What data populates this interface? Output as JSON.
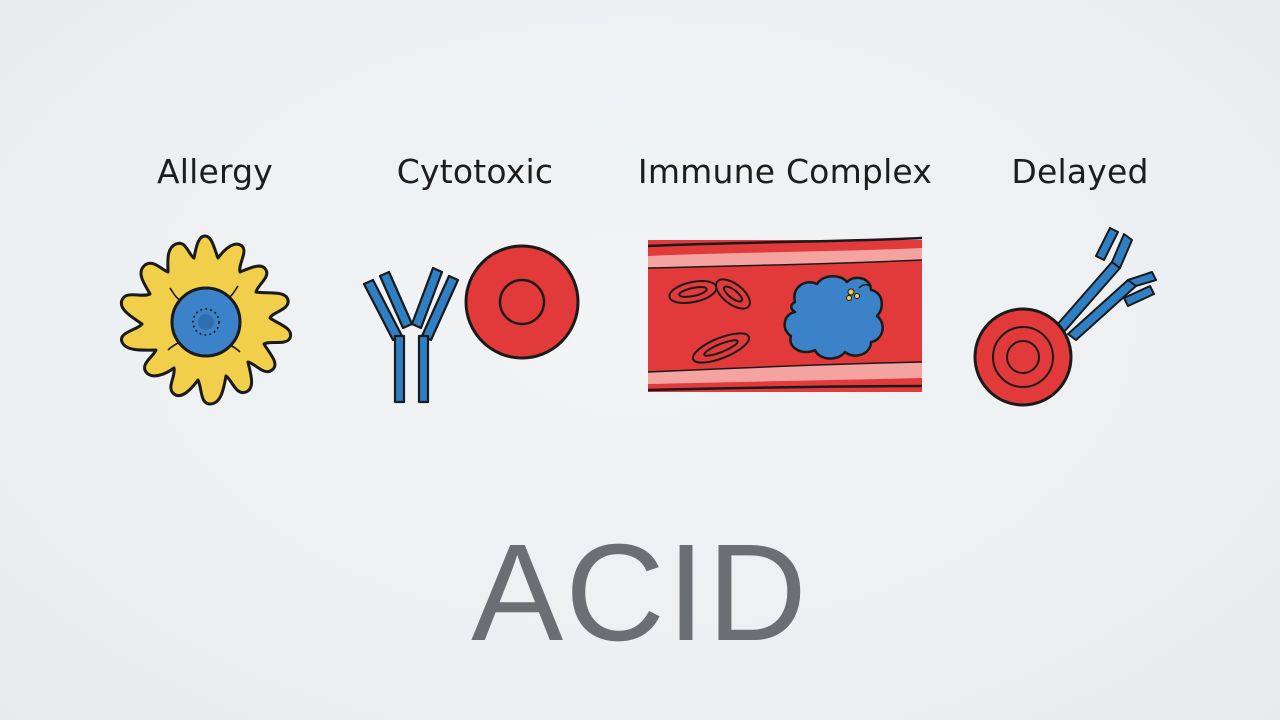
{
  "categories": [
    {
      "label": "Allergy",
      "icon": "mast-cell-icon"
    },
    {
      "label": "Cytotoxic",
      "icon": "antibody-red-cell-icon"
    },
    {
      "label": "Immune Complex",
      "icon": "blood-vessel-complex-icon"
    },
    {
      "label": "Delayed",
      "icon": "t-cell-receptor-icon"
    }
  ],
  "mnemonic": "ACID",
  "colors": {
    "background": "#edf0f2",
    "cell_yellow": "#f2cf4a",
    "cell_blue": "#3c82c8",
    "antibody_blue": "#2f7fc4",
    "blood_red": "#e23a3a",
    "vessel_light": "#f4a3a0",
    "outline": "#1a1a1a",
    "mnemonic_gray": "#6b6e72"
  }
}
